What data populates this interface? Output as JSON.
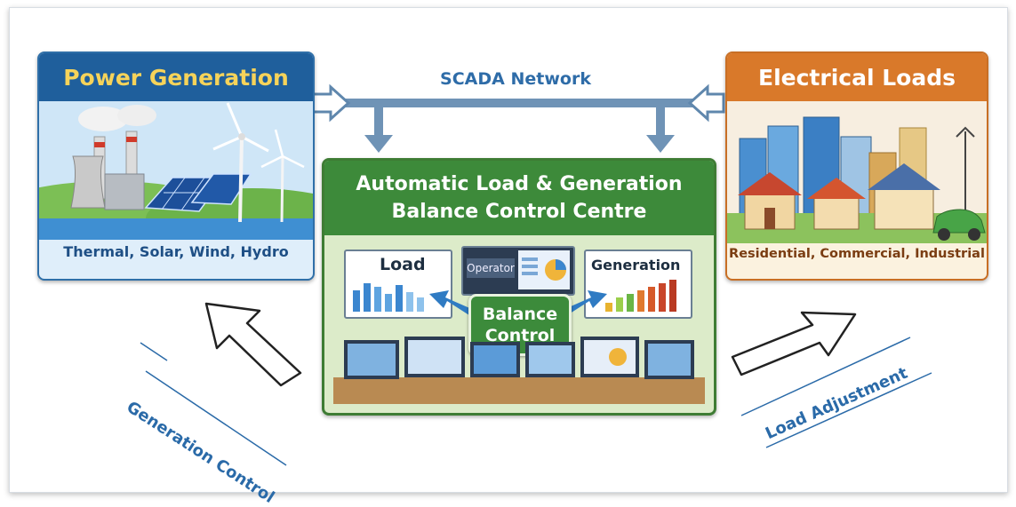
{
  "network": {
    "label": "SCADA Network"
  },
  "generation": {
    "title": "Power Generation",
    "sources": "Thermal, Solar, Wind, Hydro"
  },
  "loads": {
    "title": "Electrical Loads",
    "types": "Residential, Commercial, Industrial"
  },
  "control_centre": {
    "title_line1": "Automatic Load & Generation",
    "title_line2": "Balance Control Centre",
    "screen_load": "Load",
    "screen_operator": "Operator",
    "screen_generation": "Generation",
    "balance_line1": "Balance",
    "balance_line2": "Control"
  },
  "flows": {
    "generation_control": "Generation Control",
    "load_adjustment": "Load Adjustment"
  },
  "colors": {
    "generation_header": "#1f5f9c",
    "generation_title": "#f6d35a",
    "loads_header": "#d9792a",
    "control_header": "#3d8a3a",
    "network_line": "#6f93b6",
    "label_blue": "#2a6aa8"
  }
}
